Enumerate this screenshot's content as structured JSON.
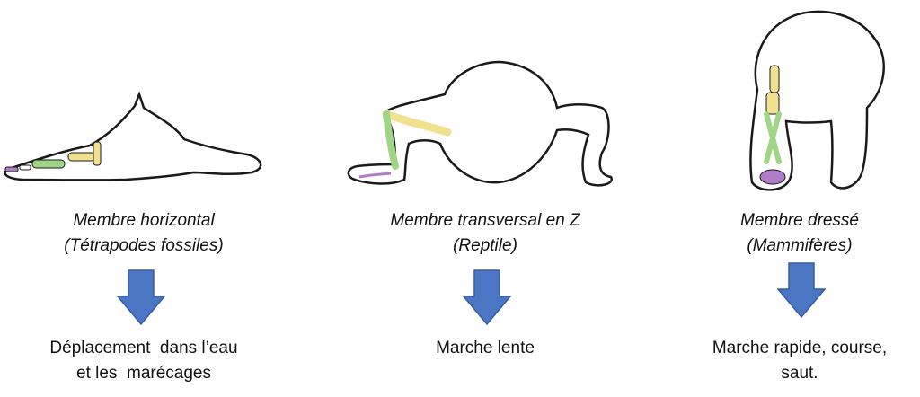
{
  "colors": {
    "arrow": "#4a76c4",
    "arrow_stroke": "#3a5d9e",
    "bone_yellow": "#f1e08d",
    "bone_green": "#9fd585",
    "bone_purple": "#b07cc8",
    "outline": "#1a1a1a"
  },
  "icons": [
    "horizontal-limb-animal-icon",
    "sprawling-z-limb-reptile-icon",
    "erect-limb-mammal-icon",
    "down-arrow-icon"
  ],
  "columns": [
    {
      "caption": [
        "Membre horizontal",
        "(Tétrapodes fossiles)"
      ],
      "result": [
        "Déplacement  dans l’eau",
        "et les  marécages"
      ]
    },
    {
      "caption": [
        "Membre transversal en Z",
        "(Reptile)"
      ],
      "result": [
        "Marche lente"
      ]
    },
    {
      "caption": [
        "Membre dressé",
        "(Mammifères)"
      ],
      "result": [
        "Marche rapide, course,",
        "saut."
      ]
    }
  ]
}
